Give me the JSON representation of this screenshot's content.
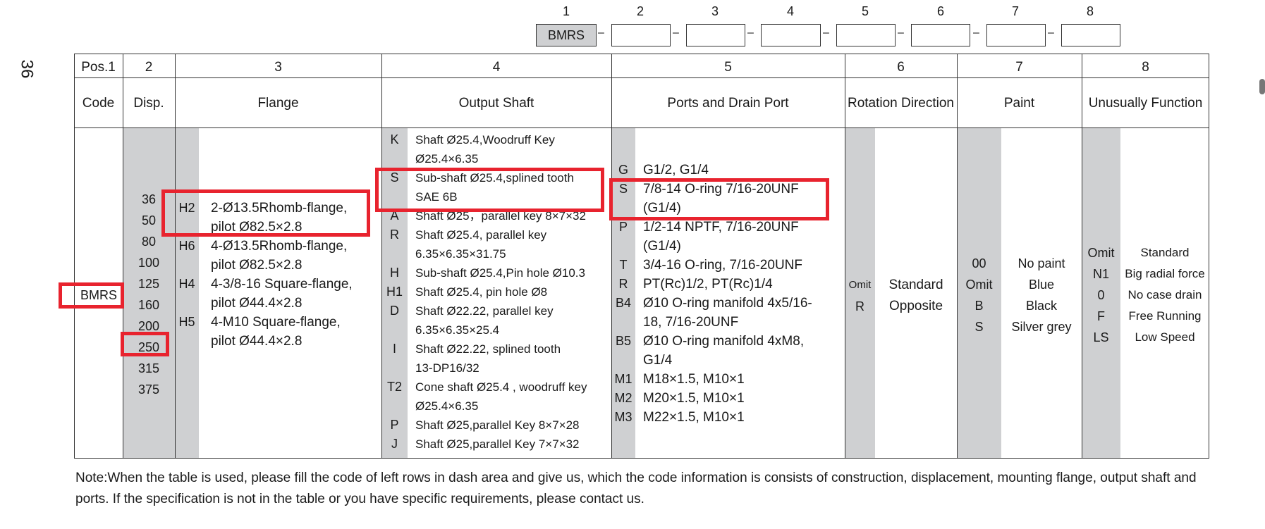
{
  "page_number": "36",
  "code_builder": {
    "positions": [
      "1",
      "2",
      "3",
      "4",
      "5",
      "6",
      "7",
      "8"
    ],
    "first_code": "BMRS",
    "separator": "–"
  },
  "table": {
    "pos_row": [
      "Pos.1",
      "2",
      "3",
      "4",
      "5",
      "6",
      "7",
      "8"
    ],
    "headers": [
      "Code",
      "Disp.",
      "Flange",
      "Output Shaft",
      "Ports and Drain Port",
      "Rotation Direction",
      "Paint",
      "Unusually Function"
    ],
    "code": "BMRS",
    "displacements": [
      "36",
      "50",
      "80",
      "100",
      "125",
      "160",
      "200",
      "250",
      "315",
      "375"
    ],
    "flange": [
      {
        "code": "H2",
        "line1": "2-Ø13.5Rhomb-flange,",
        "line2": "pilot Ø82.5×2.8"
      },
      {
        "code": "H6",
        "line1": "4-Ø13.5Rhomb-flange,",
        "line2": "pilot Ø82.5×2.8"
      },
      {
        "code": "H4",
        "line1": "4-3/8-16 Square-flange,",
        "line2": "pilot Ø44.4×2.8"
      },
      {
        "code": "H5",
        "line1": "4-M10 Square-flange,",
        "line2": "pilot Ø44.4×2.8"
      }
    ],
    "shaft_codes": [
      "K",
      "",
      "S",
      "",
      "A",
      "R",
      "",
      "H",
      "H1",
      "D",
      "",
      "I",
      "",
      "T2",
      "",
      "P",
      "J"
    ],
    "shaft_lines": [
      "Shaft Ø25.4,Woodruff Key",
      "Ø25.4×6.35",
      "Sub-shaft Ø25.4,splined tooth",
      "SAE 6B",
      "Shaft Ø25，parallel key 8×7×32",
      "Shaft Ø25.4, parallel key",
      "6.35×6.35×31.75",
      "Sub-shaft Ø25.4,Pin hole Ø10.3",
      "Shaft Ø25.4, pin hole Ø8",
      "Shaft Ø22.22, parallel key",
      "6.35×6.35×25.4",
      "Shaft Ø22.22, splined tooth",
      "13-DP16/32",
      "Cone shaft Ø25.4 , woodruff key",
      "Ø25.4×6.35",
      "Shaft Ø25,parallel Key 8×7×28",
      "Shaft Ø25,parallel Key 7×7×32"
    ],
    "port_codes": [
      "G",
      "S",
      "",
      "P",
      "",
      "T",
      "R",
      "B4",
      "",
      "B5",
      "",
      "M1",
      "M2",
      "M3"
    ],
    "port_lines": [
      "G1/2, G1/4",
      "7/8-14 O-ring 7/16-20UNF",
      "(G1/4)",
      "1/2-14 NPTF, 7/16-20UNF",
      "(G1/4)",
      "3/4-16 O-ring, 7/16-20UNF",
      "PT(Rc)1/2, PT(Rc)1/4",
      "Ø10 O-ring manifold 4x5/16-",
      "18, 7/16-20UNF",
      "Ø10 O-ring manifold 4xM8,",
      "G1/4",
      "M18×1.5, M10×1",
      "M20×1.5, M10×1",
      "M22×1.5, M10×1"
    ],
    "rotation": [
      {
        "code": "Omit",
        "label": "Standard"
      },
      {
        "code": "R",
        "label": "Opposite"
      }
    ],
    "paint": [
      {
        "code": "00",
        "label": "No paint"
      },
      {
        "code": "Omit",
        "label": "Blue"
      },
      {
        "code": "B",
        "label": "Black"
      },
      {
        "code": "S",
        "label": "Silver grey"
      }
    ],
    "function": [
      {
        "code": "Omit",
        "label": "Standard"
      },
      {
        "code": "N1",
        "label": "Big radial force"
      },
      {
        "code": "0",
        "label": "No case drain"
      },
      {
        "code": "F",
        "label": "Free Running"
      },
      {
        "code": "LS",
        "label": "Low Speed"
      }
    ]
  },
  "note": "Note:When the table is used, please fill the code of left rows in dash area and give us, which the code information is consists of construction, displacement, mounting flange, output shaft and ports. If the specification is not in the table or you have specific requirements, please contact us.",
  "colors": {
    "highlight": "#e8232e",
    "shade": "#cfd0d2",
    "border": "#333333"
  }
}
